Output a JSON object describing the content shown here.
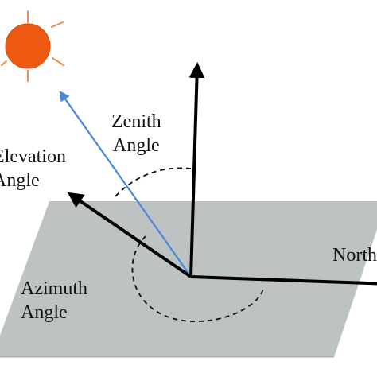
{
  "labels": {
    "zenith_line1": "Zenith",
    "zenith_line2": "Angle",
    "elevation_line1": "Elevation",
    "elevation_line2": "Angle",
    "azimuth_line1": "Azimuth",
    "azimuth_line2": "Angle",
    "north": "North"
  },
  "colors": {
    "plane_fill": "#bdc2c3",
    "sun_fill": "#ef5a12",
    "sun_ray": "#f08a4b",
    "sun_direction": "#4a86dc",
    "vector": "#000000",
    "angle_arc": "#111111"
  }
}
